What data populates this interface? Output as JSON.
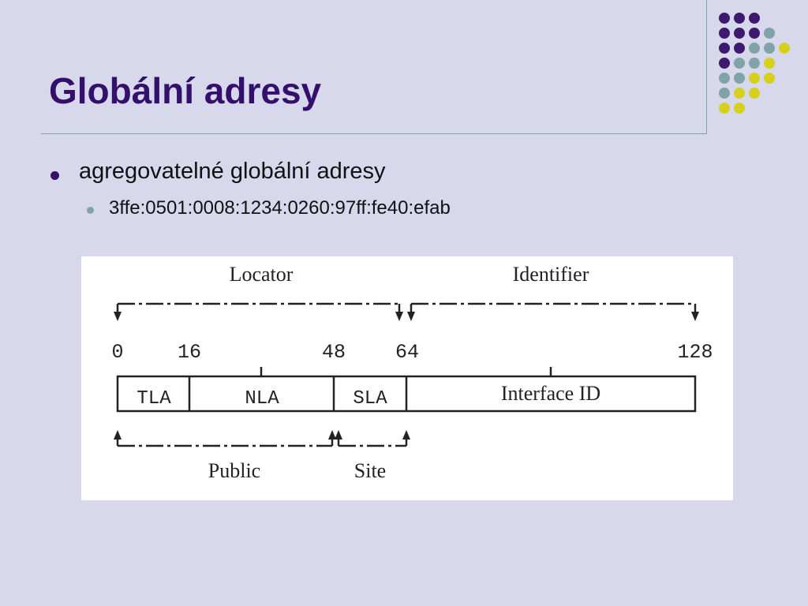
{
  "slide": {
    "title": "Globální adresy",
    "bullets": [
      {
        "text": "agregovatelné globální adresy",
        "level": 1
      },
      {
        "text": "3ffe:0501:0008:1234:0260:97ff:fe40:efab",
        "level": 2
      }
    ]
  },
  "colors": {
    "background": "#d8d8ec",
    "title": "#33106b",
    "accent_purple": "#3e1a6e",
    "accent_teal": "#7fa3a8",
    "accent_yellow": "#d6d01c"
  },
  "diagram": {
    "top_labels": {
      "locator": "Locator",
      "identifier": "Identifier"
    },
    "bit_labels": {
      "b0": "0",
      "b16": "16",
      "b48": "48",
      "b64": "64",
      "b128": "128"
    },
    "fields": {
      "tla": "TLA",
      "nla": "NLA",
      "sla": "SLA",
      "interface_id": "Interface ID"
    },
    "bottom_labels": {
      "public": "Public",
      "site": "Site"
    }
  }
}
